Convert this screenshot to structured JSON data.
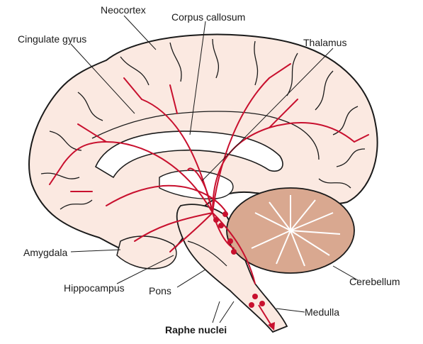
{
  "diagram": {
    "labels": {
      "neocortex": "Neocortex",
      "corpus_callosum": "Corpus callosum",
      "cingulate_gyrus": "Cingulate gyrus",
      "thalamus": "Thalamus",
      "amygdala": "Amygdala",
      "hippocampus": "Hippocampus",
      "pons": "Pons",
      "cerebellum": "Cerebellum",
      "medulla": "Medulla",
      "raphe_nuclei": "Raphe nuclei"
    },
    "colors": {
      "pathway": "#c8102e",
      "brain_fill": "#fbe9e1",
      "cerebellum_fill": "#d9a890",
      "outline": "#1a1a1a"
    }
  }
}
